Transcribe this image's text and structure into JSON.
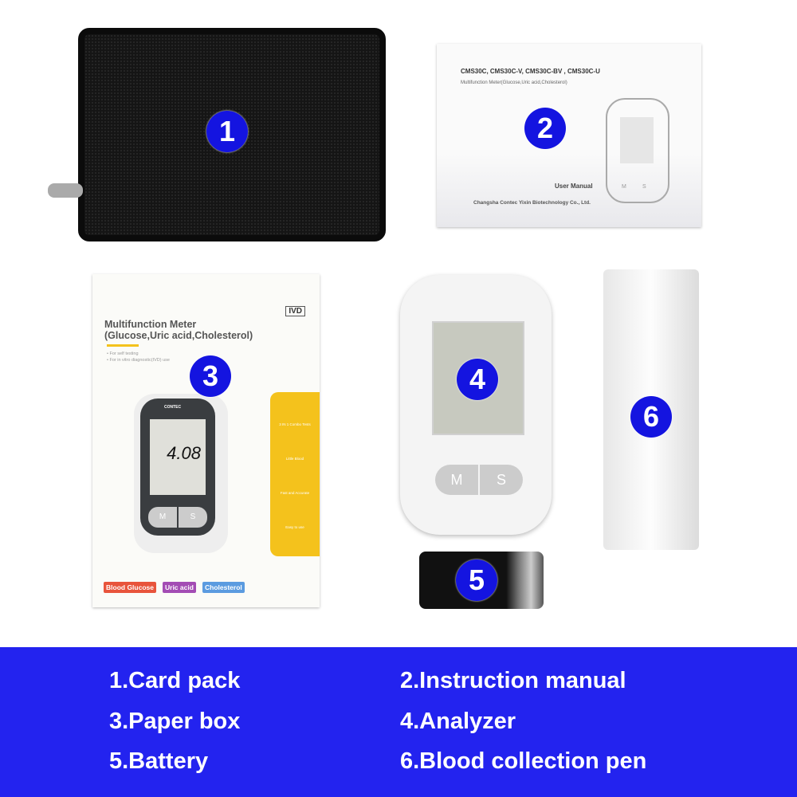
{
  "items": [
    {
      "number": "1",
      "label": "1.Card pack"
    },
    {
      "number": "2",
      "label": "2.Instruction manual"
    },
    {
      "number": "3",
      "label": "3.Paper box"
    },
    {
      "number": "4",
      "label": "4.Analyzer"
    },
    {
      "number": "5",
      "label": "5.Battery"
    },
    {
      "number": "6",
      "label": "6.Blood collection pen"
    }
  ],
  "manual": {
    "models": "CMS30C, CMS30C-V, CMS30C-BV , CMS30C-U",
    "subtitle": "Multifunction Meter(Glucose,Uric acid,Cholesterol)",
    "title": "User Manual",
    "company": "Changsha Contec Yixin Biotechnology Co., Ltd.",
    "buttons": [
      "M",
      "S"
    ]
  },
  "box": {
    "title": "Multifunction Meter",
    "subtitle": "(Glucose,Uric acid,Cholesterol)",
    "ivd": "IVD",
    "bullets": [
      "• For self testing",
      "• For in vitro diagnostic(IVD) use"
    ],
    "brand": "CONTEC",
    "reading": "4.08",
    "features": [
      "3 IN 1 Combo Tests",
      "Little Blood",
      "Fast and Accurate",
      "Easy to use"
    ],
    "tags": [
      {
        "text": "Blood Glucose",
        "color": "#e8543c"
      },
      {
        "text": "Uric acid",
        "color": "#a34cb4"
      },
      {
        "text": "Cholesterol",
        "color": "#5b9be0"
      }
    ],
    "buttons": [
      "M",
      "S"
    ]
  },
  "meter": {
    "buttons": [
      "M",
      "S"
    ]
  },
  "colors": {
    "banner": "#2323ef",
    "badge": "#1414e0"
  }
}
